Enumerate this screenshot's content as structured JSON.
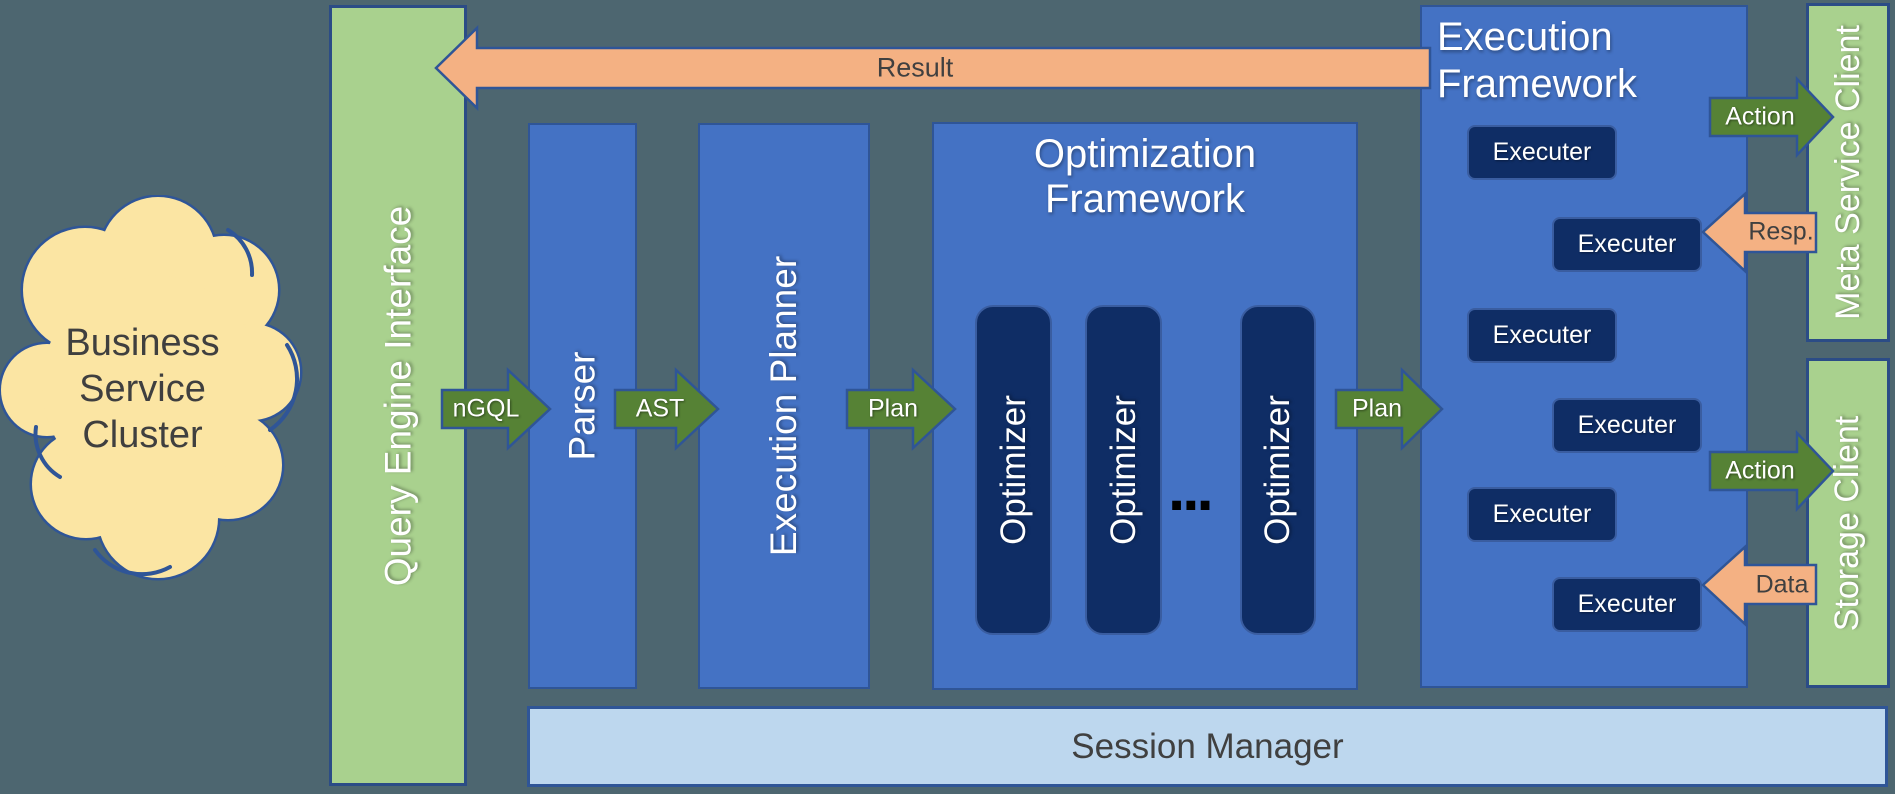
{
  "diagram": {
    "cloud": {
      "lines": [
        "Business",
        "Service",
        "Cluster"
      ]
    },
    "left_bar": {
      "label": "Query Engine Interface"
    },
    "boxes": {
      "parser": {
        "label": "Parser"
      },
      "execution_planner": {
        "label": "Execution Planner"
      },
      "optimization_framework": {
        "title": "Optimization Framework",
        "optimizer_label": "Optimizer",
        "ellipsis": "..."
      },
      "execution_framework": {
        "title": "Execution Framework",
        "executer_label": "Executer"
      },
      "session_manager": {
        "label": "Session Manager"
      }
    },
    "right_bars": {
      "meta": {
        "label": "Meta Service Client"
      },
      "storage": {
        "label": "Storage Client"
      }
    },
    "arrows": {
      "result": {
        "label": "Result"
      },
      "ngql": {
        "label": "nGQL"
      },
      "ast": {
        "label": "AST"
      },
      "plan_to_optimizer": {
        "label": "Plan"
      },
      "plan_to_executor": {
        "label": "Plan"
      },
      "action_meta": {
        "label": "Action"
      },
      "resp_meta": {
        "label": "Resp."
      },
      "action_storage": {
        "label": "Action"
      },
      "data_storage": {
        "label": "Data"
      }
    },
    "colors": {
      "background": "#4D6670",
      "box_blue": "#4472C4",
      "box_navy": "#0F2D65",
      "bar_green": "#A9D18E",
      "arrow_green": "#568235",
      "arrow_orange": "#F4B183",
      "session_blue": "#BDD7EE",
      "cloud_yellow": "#FBE5A3",
      "border_navy": "#2F5597",
      "text_dark": "#404040"
    }
  }
}
